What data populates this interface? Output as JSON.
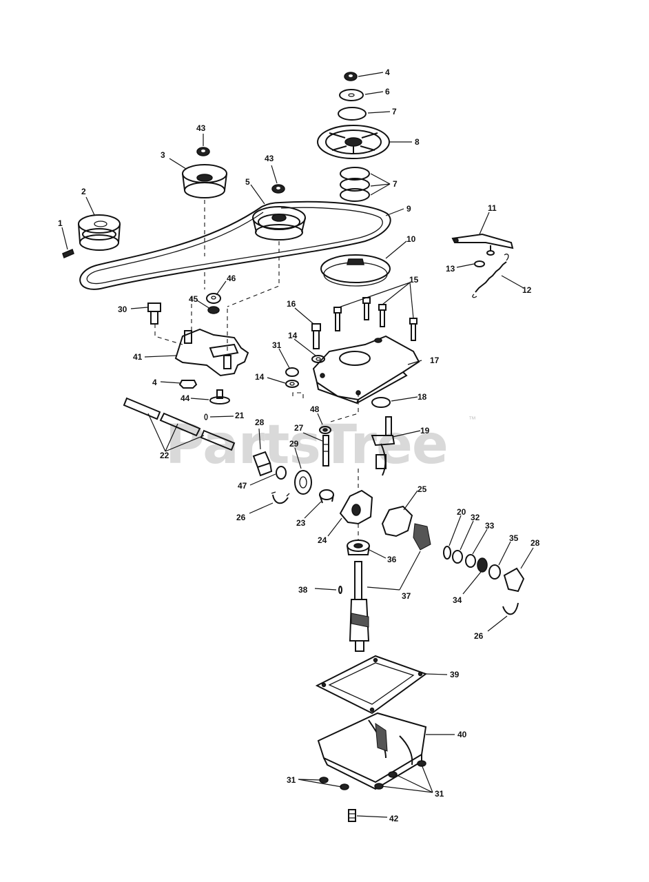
{
  "watermark": {
    "text": "PartsTree",
    "mark": "™"
  },
  "callouts": {
    "c4a": "4",
    "c6": "6",
    "c7a": "7",
    "c8": "8",
    "c7b": "7",
    "c9": "9",
    "c10": "10",
    "c43a": "43",
    "c3": "3",
    "c43b": "43",
    "c5": "5",
    "c2": "2",
    "c1": "1",
    "c11": "11",
    "c12": "12",
    "c13": "13",
    "c15": "15",
    "c16": "16",
    "c46": "46",
    "c45": "45",
    "c30": "30",
    "c41": "41",
    "c4b": "4",
    "c44": "44",
    "c21": "21",
    "c22": "22",
    "c14a": "14",
    "c31a": "31",
    "c14b": "14",
    "c17": "17",
    "c18": "18",
    "c48": "48",
    "c27": "27",
    "c19": "19",
    "c28a": "28",
    "c29": "29",
    "c47": "47",
    "c26a": "26",
    "c23": "23",
    "c24": "24",
    "c25": "25",
    "c20": "20",
    "c32": "32",
    "c33": "33",
    "c35": "35",
    "c28b": "28",
    "c36": "36",
    "c34": "34",
    "c37": "37",
    "c38": "38",
    "c26b": "26",
    "c39": "39",
    "c40": "40",
    "c31b": "31",
    "c31c": "31",
    "c42": "42"
  }
}
